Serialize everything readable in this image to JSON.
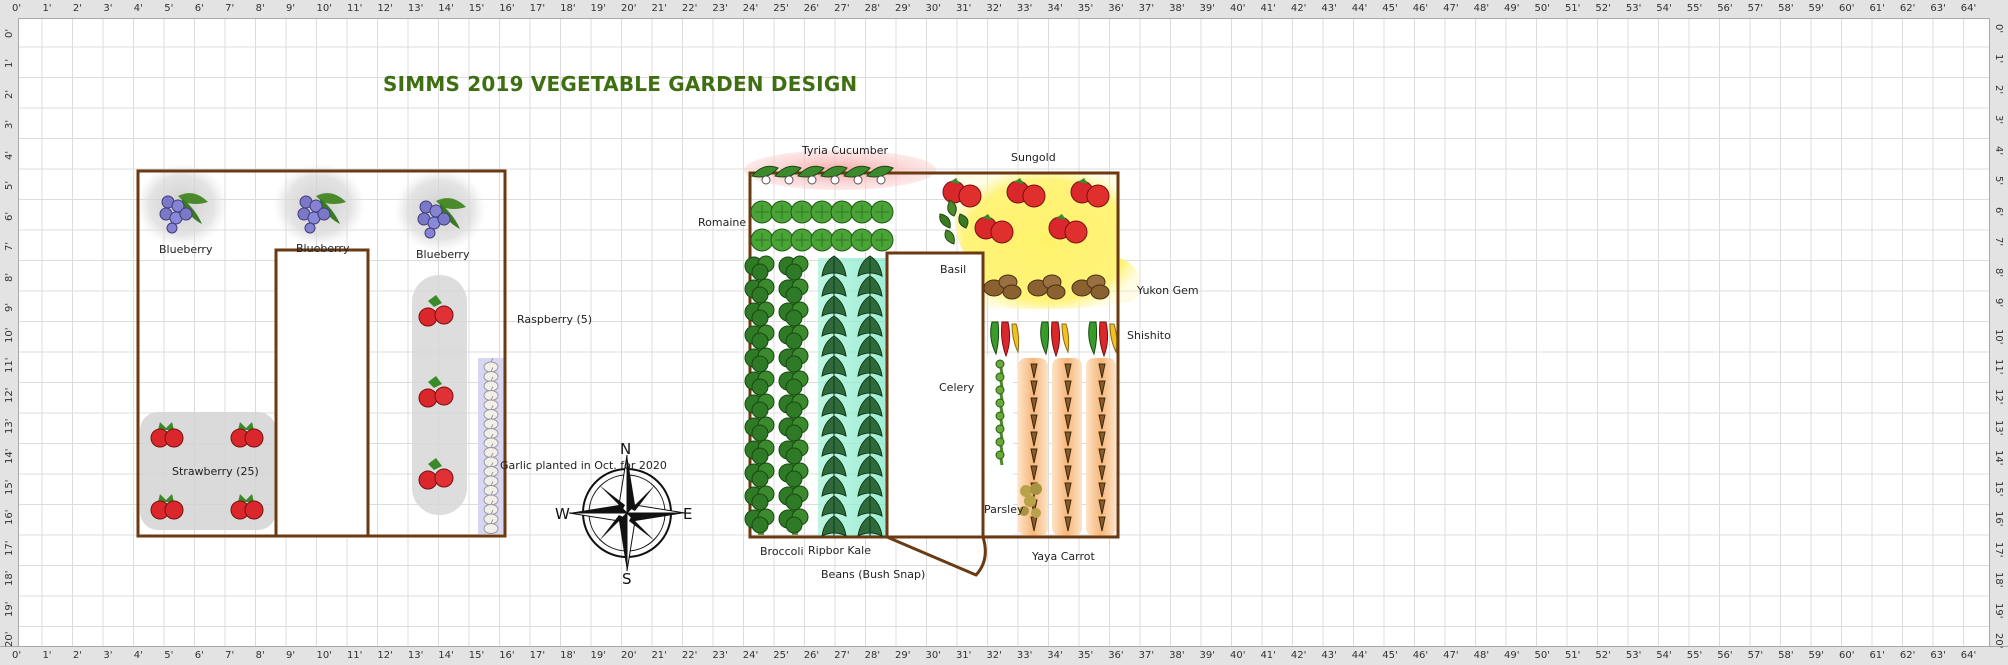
{
  "title": "SIMMS 2019 VEGETABLE GARDEN DESIGN",
  "ruler": {
    "x_ticks": [
      "0'",
      "1'",
      "2'",
      "3'",
      "4'",
      "5'",
      "6'",
      "7'",
      "8'",
      "9'",
      "10'",
      "11'",
      "12'",
      "13'",
      "14'",
      "15'",
      "16'",
      "17'",
      "18'",
      "19'",
      "20'",
      "21'",
      "22'",
      "23'",
      "24'",
      "25'",
      "26'",
      "27'",
      "28'",
      "29'",
      "30'",
      "31'",
      "32'",
      "33'",
      "34'",
      "35'",
      "36'",
      "37'",
      "38'",
      "39'",
      "40'",
      "41'",
      "42'",
      "43'",
      "44'",
      "45'",
      "46'",
      "47'",
      "48'",
      "49'",
      "50'",
      "51'",
      "52'",
      "53'",
      "54'",
      "55'",
      "56'",
      "57'",
      "58'",
      "59'",
      "60'",
      "61'",
      "62'",
      "63'",
      "64'"
    ],
    "y_ticks": [
      "0'",
      "1'",
      "2'",
      "3'",
      "4'",
      "5'",
      "6'",
      "7'",
      "8'",
      "9'",
      "10'",
      "11'",
      "12'",
      "13'",
      "14'",
      "15'",
      "16'",
      "17'",
      "18'",
      "19'",
      "20'"
    ]
  },
  "compass": {
    "north": "N",
    "south": "S",
    "east": "E",
    "west": "W"
  },
  "labels": {
    "blueberry_1": "Blueberry",
    "blueberry_2": "Blueberry",
    "blueberry_3": "Blueberry",
    "raspberry": "Raspberry (5)",
    "strawberry": "Strawberry (25)",
    "garlic": "Garlic planted in Oct. for 2020",
    "cucumber": "Tyria Cucumber",
    "romaine": "Romaine",
    "sungold": "Sungold",
    "basil": "Basil",
    "yukon": "Yukon Gem",
    "shishito": "Shishito",
    "celery": "Celery",
    "parsley": "Parsley",
    "broccoli": "Broccoli",
    "kale": "Ripbor Kale",
    "beans": "Beans (Bush Snap)",
    "carrot": "Yaya Carrot"
  },
  "colors": {
    "bed_border": "#6b3a12",
    "title": "#3f6f12",
    "leaf_green": "#3a8a2a",
    "tomato_red": "#d9272b",
    "blueberry": "#7b78c8",
    "potato": "#8a6232",
    "carrot_orange": "#f7c08a",
    "tomato_highlight": "#fff26a",
    "cucumber_highlight": "#f7b7b7"
  }
}
